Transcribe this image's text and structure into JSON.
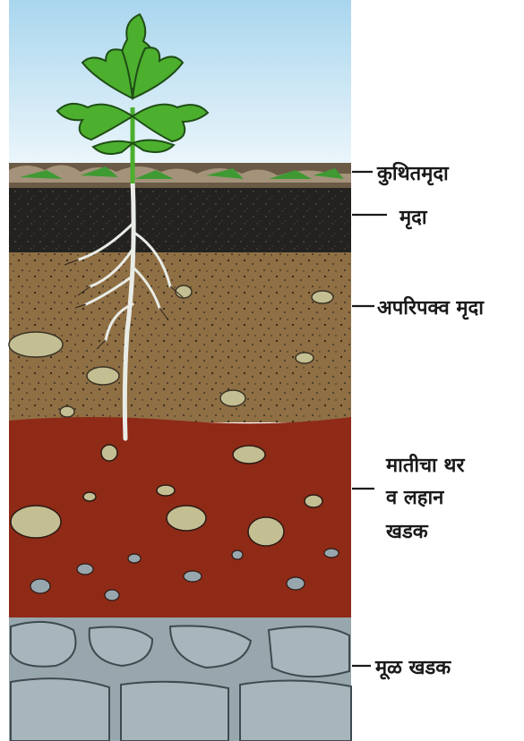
{
  "labels": {
    "humus": "कुथितमृदा",
    "topsoil": "मृदा",
    "subsoil": "अपरिपक्व मृदा",
    "weathered_rock_line1": "मातीचा थर",
    "weathered_rock_line2": "व लहान",
    "weathered_rock_line3": "खडक",
    "bedrock": "मूळ खडक"
  },
  "colors": {
    "sky": "#cfe8f4",
    "humus": "#6b5a46",
    "topsoil": "#252422",
    "subsoil": "#8e6e43",
    "weathered": "#8f2a17",
    "bedrock": "#98a7ae",
    "rock": "#c4bf93",
    "plant": "#4caf2e"
  }
}
